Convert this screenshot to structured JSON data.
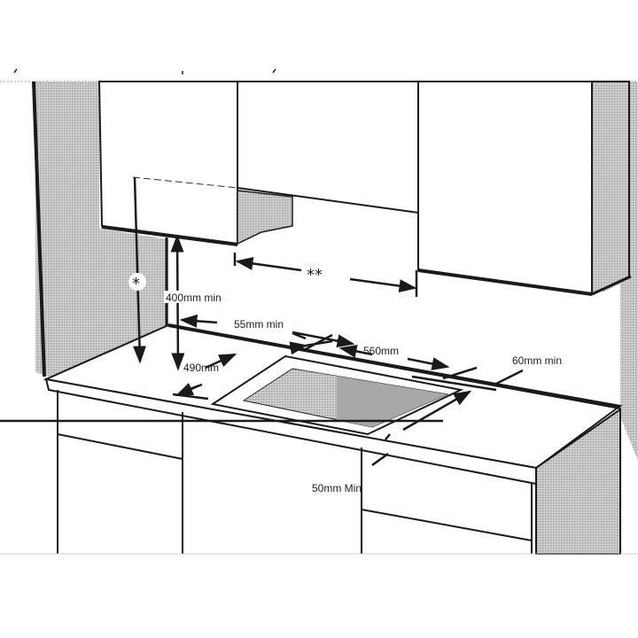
{
  "diagram": {
    "labels": {
      "upper_clearance": "*",
      "hood_width": "**",
      "side_clearance_height": "400mm min",
      "back_clearance": "55mm min",
      "cutout_width": "560mm",
      "cutout_depth": "490mm",
      "side_clearance": "60mm min",
      "front_clearance": "50mm Min"
    },
    "colors": {
      "line": "#1a1a1a",
      "shade": "#b8b8b8",
      "background": "#ffffff"
    }
  }
}
